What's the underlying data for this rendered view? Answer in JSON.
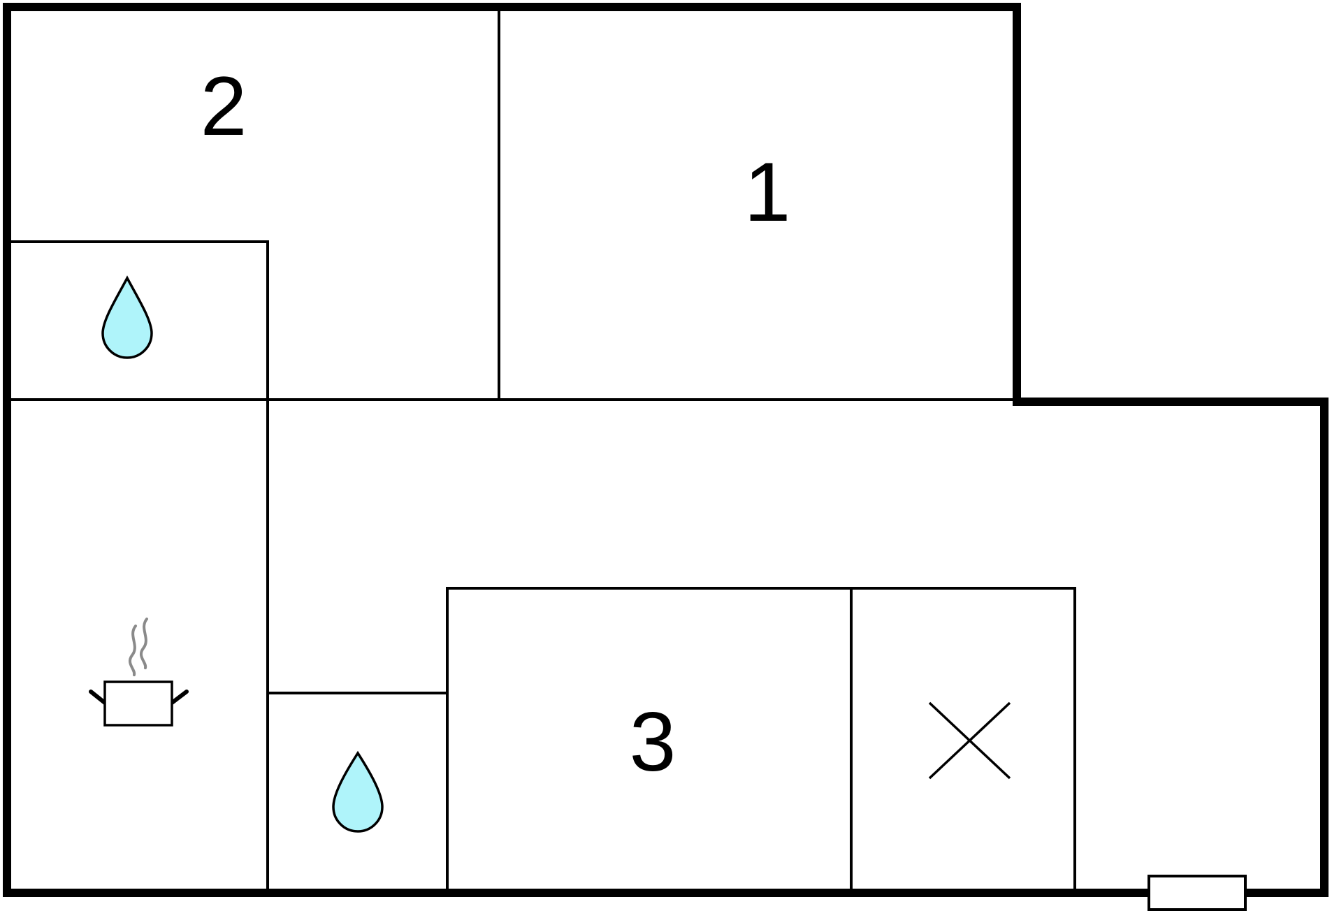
{
  "rooms": {
    "room_1": {
      "label": "1"
    },
    "room_2": {
      "label": "2"
    },
    "room_3": {
      "label": "3"
    }
  },
  "icons": {
    "bathroom_upper": "water-drop-icon",
    "bathroom_lower": "water-drop-icon",
    "kitchen": "cooking-pot-icon",
    "cross": "cross-icon",
    "entrance": "entrance-icon"
  },
  "colors": {
    "wall": "#000000",
    "water_drop_fill": "#aff4fa",
    "steam": "#8a8a8a"
  }
}
